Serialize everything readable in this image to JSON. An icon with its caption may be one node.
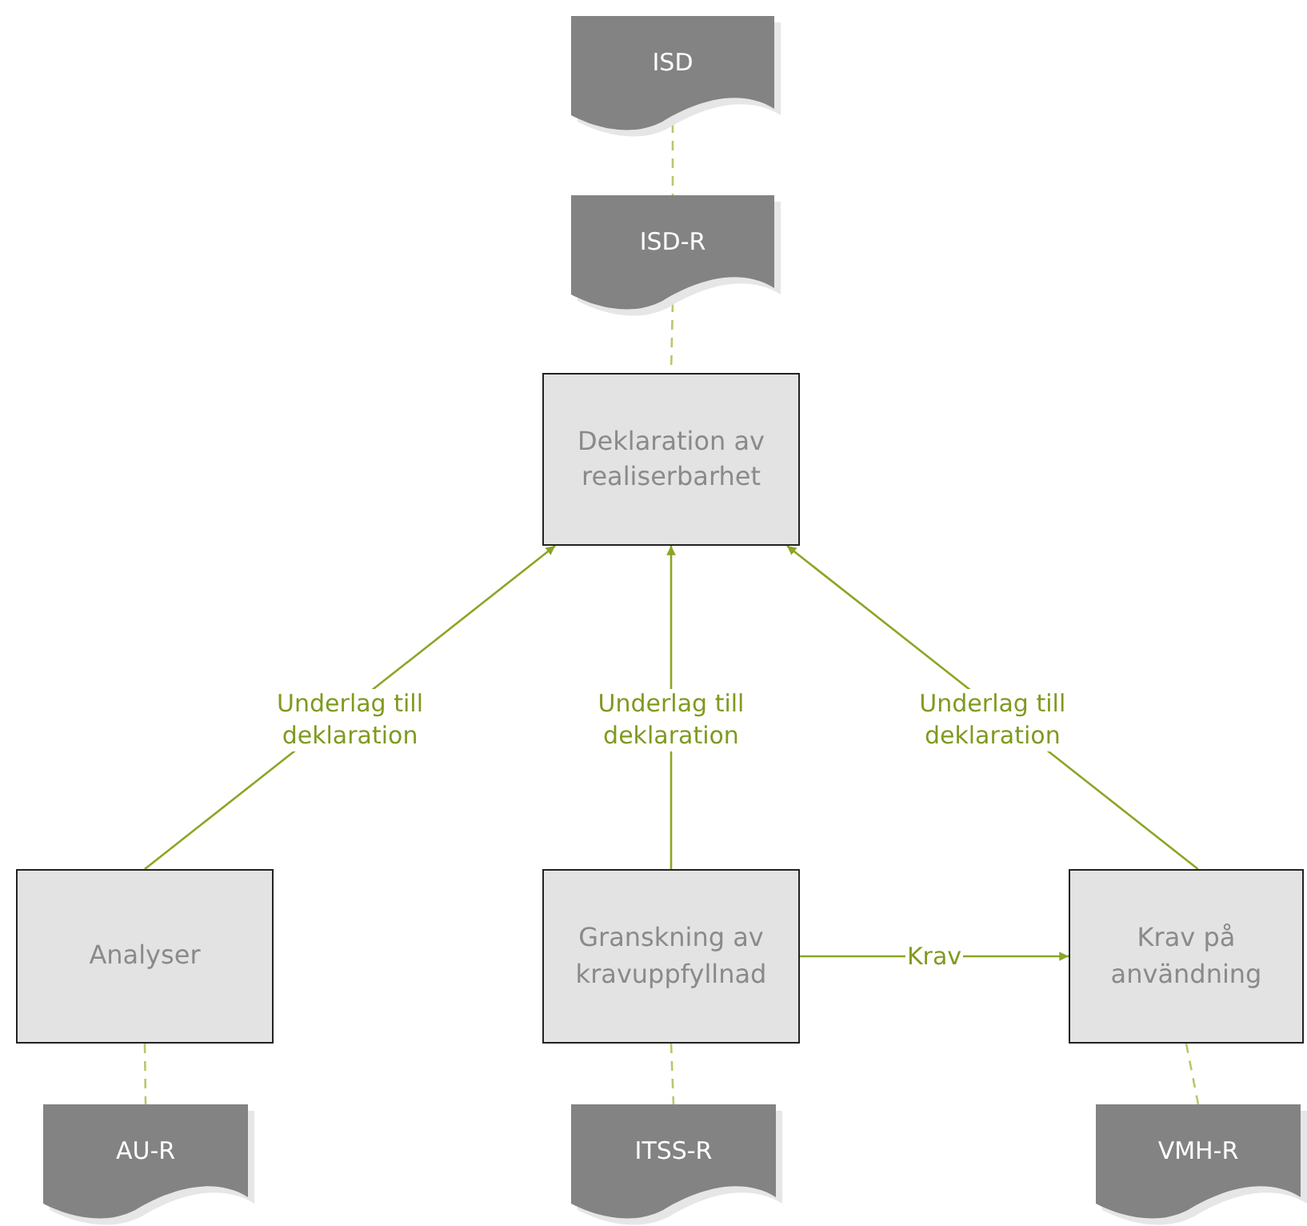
{
  "diagram": {
    "nodes": [
      {
        "text": [
          "ISD"
        ]
      },
      {
        "text": [
          "ISD-R"
        ]
      },
      {
        "text": [
          "Deklaration av realiserbarhet"
        ]
      },
      {
        "text": [
          "Analyser"
        ]
      },
      {
        "text": [
          "Granskning av kravuppfyllnad"
        ]
      },
      {
        "text": [
          "Krav på användning"
        ]
      },
      {
        "text": [
          "AU-R"
        ]
      },
      {
        "text": [
          "ITSS-R"
        ]
      },
      {
        "text": [
          "VMH-R"
        ]
      }
    ],
    "edges": [
      {
        "from": 0,
        "to": 1,
        "arrow": "none",
        "style": "dashed",
        "color": "#b5c96a"
      },
      {
        "from": 1,
        "to": 2,
        "arrow": "none",
        "style": "dashed",
        "color": "#b5c96a"
      },
      {
        "from": 3,
        "to": 2,
        "arrow": "to",
        "label": "Underlag till deklaration"
      },
      {
        "from": 4,
        "to": 2,
        "arrow": "to",
        "label": "Underlag till deklaration"
      },
      {
        "from": 5,
        "to": 2,
        "arrow": "to",
        "label": "Underlag till deklaration"
      },
      {
        "from": 4,
        "to": 5,
        "arrow": "to",
        "label": "Krav"
      },
      {
        "from": 3,
        "to": 6,
        "arrow": "none",
        "style": "dashed",
        "color": "#b5c96a"
      },
      {
        "from": 4,
        "to": 7,
        "arrow": "none",
        "style": "dashed",
        "color": "#b5c96a"
      },
      {
        "from": 5,
        "to": 8,
        "arrow": "none",
        "style": "dashed",
        "color": "#b5c96a"
      }
    ]
  }
}
